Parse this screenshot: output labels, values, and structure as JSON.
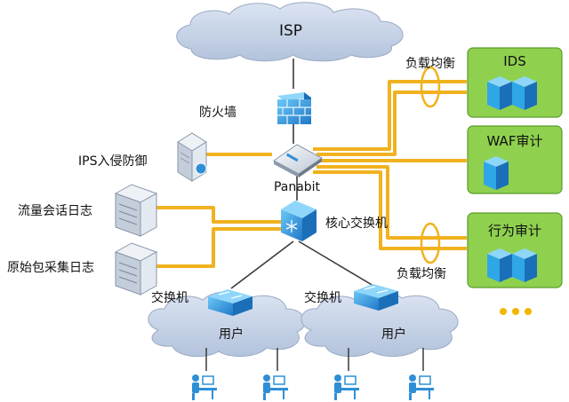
{
  "labels": {
    "isp": "ISP",
    "firewall": "防火墙",
    "ips": "IPS入侵防御",
    "router": "Panabit",
    "flow_log": "流量会话日志",
    "packet_log": "原始包采集日志",
    "core_switch": "核心交换机",
    "load_balance_top": "负载均衡",
    "load_balance_bottom": "负载均衡",
    "switch_left": "交换机",
    "switch_right": "交换机",
    "users_left": "用户",
    "users_right": "用户",
    "ids": "IDS",
    "waf": "WAF审计",
    "behavior": "行为审计"
  },
  "colors": {
    "link": "#f0b21f",
    "green_box": "#8fd14f",
    "green_border": "#5a9c2a",
    "cloud": "#c7d3e6",
    "device_blue": "#2f8fd6",
    "line_gray": "#3a3a3a",
    "dots": "#f2b600"
  },
  "icons": {
    "firewall": "firewall-icon",
    "router": "router-icon",
    "core_switch": "core-switch-icon",
    "switch": "switch-icon",
    "server": "server-icon",
    "user": "user-workstation-icon"
  }
}
